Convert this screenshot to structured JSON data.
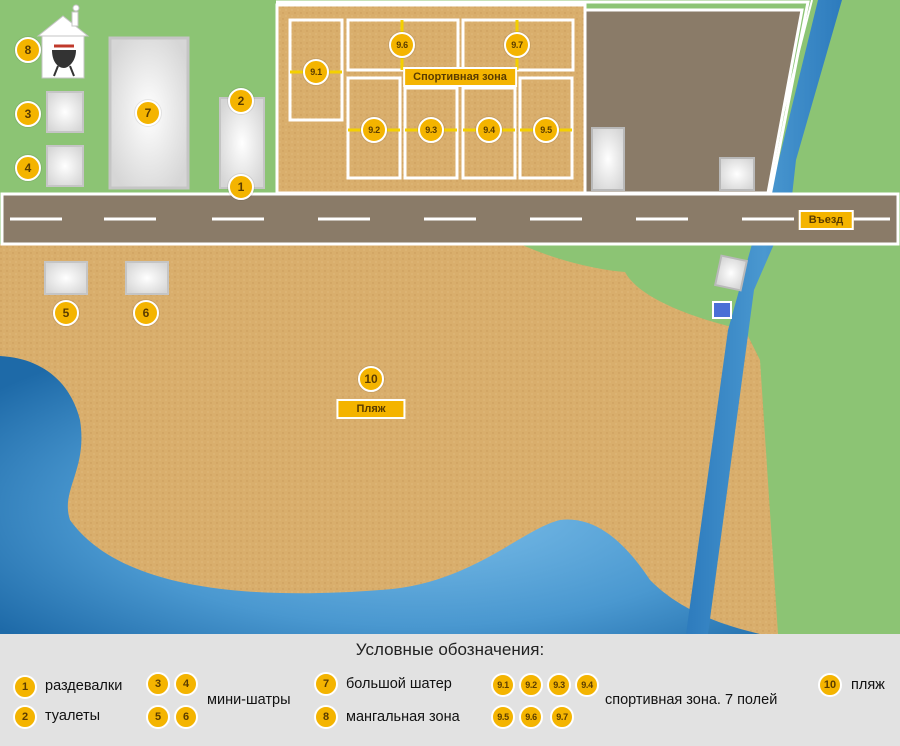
{
  "colors": {
    "grass": "#8cc474",
    "sand": "#d9ae6c",
    "road": "#8a7b68",
    "water": "#4a98d0",
    "marker": "#f4b400",
    "marker_text": "#5a3c00"
  },
  "map": {
    "markers": {
      "m1": "1",
      "m2": "2",
      "m3": "3",
      "m4": "4",
      "m5": "5",
      "m6": "6",
      "m7": "7",
      "m8": "8",
      "m91": "9.1",
      "m92": "9.2",
      "m93": "9.3",
      "m94": "9.4",
      "m95": "9.5",
      "m96": "9.6",
      "m97": "9.7",
      "m10": "10"
    },
    "labels": {
      "sport_zone": "Спортивная зона",
      "entrance": "Въезд",
      "beach": "Пляж"
    },
    "icons": [
      "bbq-grill-icon",
      "house-icon"
    ]
  },
  "legend": {
    "title": "Условные обозначения:",
    "items": [
      {
        "keys": [
          "1"
        ],
        "text": "раздевалки"
      },
      {
        "keys": [
          "2"
        ],
        "text": "туалеты"
      },
      {
        "keys": [
          "3",
          "4",
          "5",
          "6"
        ],
        "text": "мини-шатры"
      },
      {
        "keys": [
          "7"
        ],
        "text": "большой шатер"
      },
      {
        "keys": [
          "8"
        ],
        "text": "мангальная зона"
      },
      {
        "keys": [
          "9.1",
          "9.2",
          "9.3",
          "9.4",
          "9.5",
          "9.6",
          "9.7"
        ],
        "text": "спортивная зона. 7 полей"
      },
      {
        "keys": [
          "10"
        ],
        "text": "пляж"
      }
    ]
  }
}
